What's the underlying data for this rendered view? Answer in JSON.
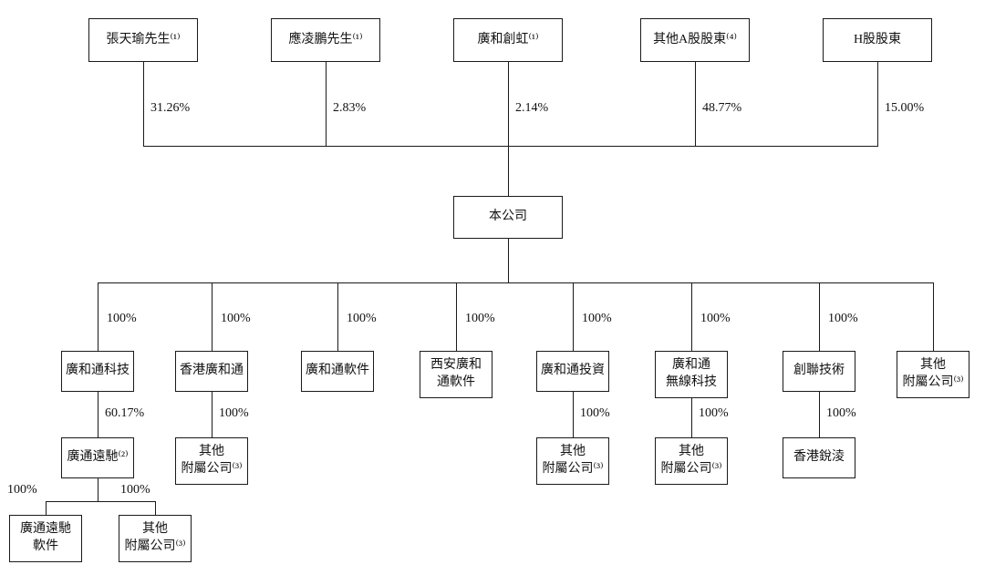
{
  "diagram": {
    "shareholders": [
      {
        "label": "張天瑜先生⁽¹⁾",
        "percent": "31.26%"
      },
      {
        "label": "應凌鵬先生⁽¹⁾",
        "percent": "2.83%"
      },
      {
        "label": "廣和創虹⁽¹⁾",
        "percent": "2.14%"
      },
      {
        "label": "其他A股股東⁽⁴⁾",
        "percent": "48.77%"
      },
      {
        "label": "H股股東",
        "percent": "15.00%"
      }
    ],
    "company": {
      "label": "本公司"
    },
    "subsidiaries": [
      {
        "label": "廣和通科技",
        "percent": "100%"
      },
      {
        "label": "香港廣和通",
        "percent": "100%"
      },
      {
        "label": "廣和通軟件",
        "percent": "100%"
      },
      {
        "label": "西安廣和\n通軟件",
        "percent": "100%"
      },
      {
        "label": "廣和通投資",
        "percent": "100%"
      },
      {
        "label": "廣和通\n無線科技",
        "percent": "100%"
      },
      {
        "label": "創聯技術",
        "percent": "100%"
      },
      {
        "label": "其他\n附屬公司⁽³⁾"
      }
    ],
    "sub_subsidiaries": [
      {
        "label": "廣通遠馳⁽²⁾",
        "percent": "60.17%"
      },
      {
        "label": "其他\n附屬公司⁽³⁾",
        "percent": "100%"
      },
      {
        "label": "其他\n附屬公司⁽³⁾",
        "percent": "100%"
      },
      {
        "label": "其他\n附屬公司⁽³⁾",
        "percent": "100%"
      },
      {
        "label": "香港銳淩",
        "percent": "100%"
      }
    ],
    "bottom": [
      {
        "label": "廣通遠馳\n軟件",
        "percent": "100%"
      },
      {
        "label": "其他\n附屬公司⁽³⁾",
        "percent": "100%"
      }
    ]
  }
}
